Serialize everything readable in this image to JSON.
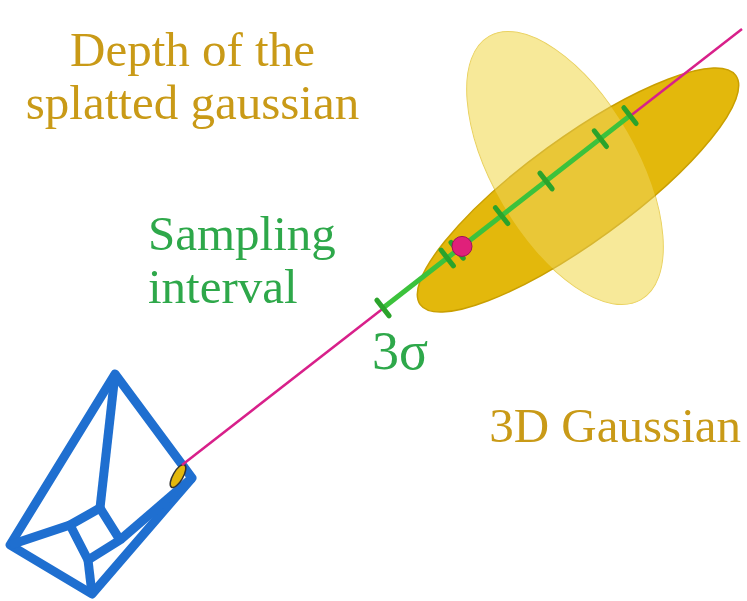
{
  "diagram": {
    "labels": [
      "Depth of the splatted gaussian",
      "Sampling interval",
      "3σ",
      "3D Gaussian"
    ]
  }
}
